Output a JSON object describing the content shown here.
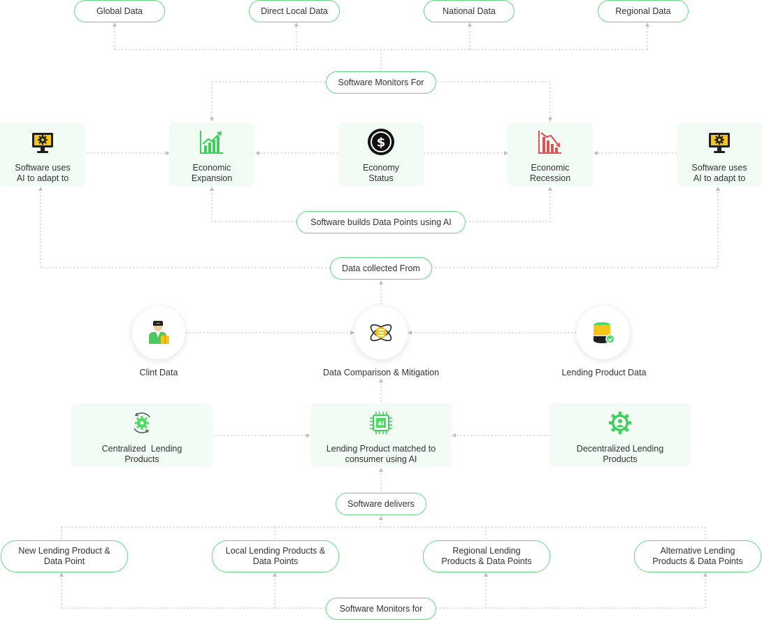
{
  "top_sources": [
    "Global Data",
    "Direct Local Data",
    "National Data",
    "Regional Data"
  ],
  "monitors_for_top": "Software Monitors For",
  "adapt_left": {
    "line1": "Software uses",
    "line2": "AI to adapt to",
    "icon": "monitor-gear-icon"
  },
  "expansion": {
    "line1": "Economic",
    "line2": "Expansion",
    "icon": "chart-up-icon"
  },
  "status": {
    "line1": "Economy",
    "line2": "Status",
    "icon": "dollar-icon"
  },
  "recession": {
    "line1": "Economic",
    "line2": "Recession",
    "icon": "chart-down-icon"
  },
  "adapt_right": {
    "line1": "Software uses",
    "line2": "AI to adapt to",
    "icon": "monitor-gear-icon"
  },
  "builds": "Software builds Data Points using AI",
  "collected": "Data collected From",
  "client_data": "Clint Data",
  "comparison": "Data Comparison & Mitigation",
  "lending_data": "Lending Product Data",
  "centralized": {
    "line1": "Centralized  Lending",
    "line2": "Products",
    "icon": "gear-refresh-icon"
  },
  "matched": {
    "line1": "Lending Product matched to",
    "line2": "consumer using AI",
    "icon": "ai-chip-icon"
  },
  "decentralized": {
    "line1": "Decentralized Lending",
    "line2": "Products",
    "icon": "user-gear-icon"
  },
  "delivers": "Software delivers",
  "bottom_products": [
    {
      "line1": "New Lending Product &",
      "line2": "Data Point"
    },
    {
      "line1": "Local Lending Products &",
      "line2": "Data Points"
    },
    {
      "line1": "Regional Lending",
      "line2": "Products & Data Points"
    },
    {
      "line1": "Alternative Lending",
      "line2": "Products & Data Points"
    }
  ],
  "monitors_for_bottom": "Software Monitors for",
  "colors": {
    "pill_border": "#5fd97f",
    "card_bg": "#f2fbf4",
    "green": "#4cd964",
    "red": "#e05252",
    "connector": "#c4c4c4"
  }
}
